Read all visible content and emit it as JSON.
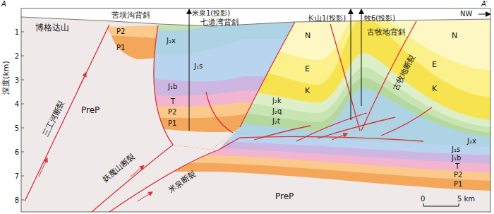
{
  "diagram": {
    "labels": [
      "A",
      "A′",
      "博格达山",
      "苦坝沟背斜",
      "米泉1(投影)",
      "七道湾背斜",
      "长山1(投影)",
      "牧6(投影)",
      "古牧地背斜",
      "古牧地断裂",
      "NW",
      "深度(km)",
      "1",
      "2",
      "3",
      "4",
      "5",
      "6",
      "7",
      "8",
      "0",
      "5 km",
      "三工河断裂",
      "妖魔山断裂",
      "米泉断裂",
      "PreP",
      "P2",
      "P1",
      "J₂x",
      "J₁s",
      "J₁b",
      "T",
      "P2",
      "P1",
      "N",
      "E",
      "K",
      "N",
      "E",
      "K",
      "J₂k",
      "J₂q",
      "J₂t",
      "J₂x",
      "J₁s",
      "J₁b",
      "T",
      "P2",
      "P1",
      "PreP"
    ]
  }
}
